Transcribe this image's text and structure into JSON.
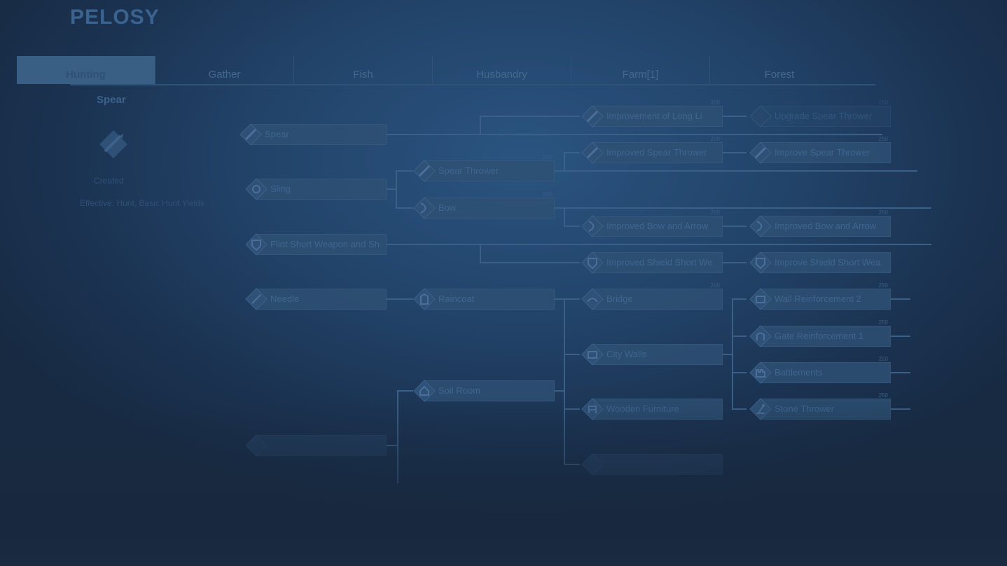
{
  "app": {
    "title": "PELOSY"
  },
  "tabs": [
    {
      "label": "Hunting"
    },
    {
      "label": "Gather"
    },
    {
      "label": "Fish"
    },
    {
      "label": "Husbandry"
    },
    {
      "label": "Farm[1]"
    },
    {
      "label": "Forest"
    }
  ],
  "side_panel": {
    "title": "Spear",
    "status": "Created",
    "effect": "Effective: Hunt, Basic Hunt Yields"
  },
  "nodes": [
    {
      "label": "Spear",
      "cost": ""
    },
    {
      "label": "Sling",
      "cost": ""
    },
    {
      "label": "Flint Short Weapon and Sh",
      "cost": ""
    },
    {
      "label": "Needle",
      "cost": ""
    },
    {
      "label": "Spear Thrower",
      "cost": "150"
    },
    {
      "label": "Bow",
      "cost": "150"
    },
    {
      "label": "Raincoat",
      "cost": ""
    },
    {
      "label": "Soil Room",
      "cost": ""
    },
    {
      "label": "Improvement of Long Li",
      "cost": "200"
    },
    {
      "label": "Improved Spear Thrower",
      "cost": "200"
    },
    {
      "label": "Improved Bow and Arrow",
      "cost": "200"
    },
    {
      "label": "Improved Shield Short We",
      "cost": ""
    },
    {
      "label": "Bridge",
      "cost": "200"
    },
    {
      "label": "City Walls",
      "cost": ""
    },
    {
      "label": "Wooden Furniture",
      "cost": ""
    },
    {
      "label": "Upgrade Spear Thrower",
      "cost": "250"
    },
    {
      "label": "Improve Spear Thrower",
      "cost": "250"
    },
    {
      "label": "Improved Bow and Arrow",
      "cost": "250"
    },
    {
      "label": "Improve Shield Short Wea",
      "cost": ""
    },
    {
      "label": "Wall Reinforcement 2",
      "cost": "250"
    },
    {
      "label": "Gate Reinforcement 1",
      "cost": "250"
    },
    {
      "label": "Battlements",
      "cost": "250"
    },
    {
      "label": "Stone Thrower",
      "cost": "250"
    }
  ]
}
